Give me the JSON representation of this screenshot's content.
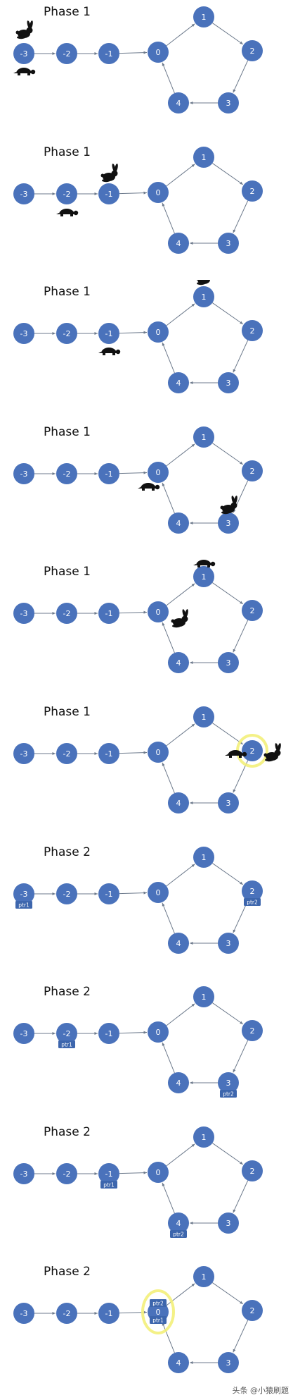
{
  "colors": {
    "node": "#4a72bb",
    "node_text": "#ffffff",
    "edge": "#6d7a8c",
    "highlight": "#f3f07a",
    "animal": "#111111",
    "tag": "#3d66ad"
  },
  "icons": {
    "hare": "rabbit-icon",
    "tortoise": "turtle-icon"
  },
  "nodes": [
    {
      "id": "-3",
      "label": "-3"
    },
    {
      "id": "-2",
      "label": "-2"
    },
    {
      "id": "-1",
      "label": "-1"
    },
    {
      "id": "0",
      "label": "0"
    },
    {
      "id": "1",
      "label": "1"
    },
    {
      "id": "2",
      "label": "2"
    },
    {
      "id": "3",
      "label": "3"
    },
    {
      "id": "4",
      "label": "4"
    }
  ],
  "edges": [
    [
      "-3",
      "-2"
    ],
    [
      "-2",
      "-1"
    ],
    [
      "-1",
      "0"
    ],
    [
      "0",
      "1"
    ],
    [
      "1",
      "2"
    ],
    [
      "2",
      "3"
    ],
    [
      "3",
      "4"
    ],
    [
      "4",
      "0"
    ]
  ],
  "panels": [
    {
      "title": "Phase 1",
      "hare": "-3",
      "tortoise": "-3"
    },
    {
      "title": "Phase 1",
      "hare": "-1",
      "tortoise": "-2"
    },
    {
      "title": "Phase 1",
      "hare": "1",
      "tortoise": "-1"
    },
    {
      "title": "Phase 1",
      "hare": "3",
      "tortoise": "0"
    },
    {
      "title": "Phase 1",
      "hare": "0",
      "tortoise": "1"
    },
    {
      "title": "Phase 1",
      "hare": "2",
      "tortoise": "2",
      "highlight": "2"
    },
    {
      "title": "Phase 2",
      "ptr1": "-3",
      "ptr2": "2"
    },
    {
      "title": "Phase 2",
      "ptr1": "-2",
      "ptr2": "3"
    },
    {
      "title": "Phase 2",
      "ptr1": "-1",
      "ptr2": "4"
    },
    {
      "title": "Phase 2",
      "ptr1": "0",
      "ptr2": "0",
      "highlight": "0"
    }
  ],
  "tags": {
    "ptr1": "ptr1",
    "ptr2": "ptr2"
  },
  "watermark": "头条 @小猿刷题"
}
